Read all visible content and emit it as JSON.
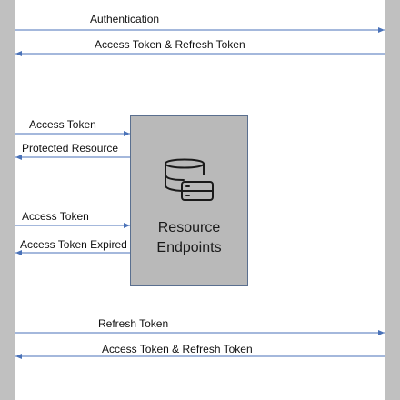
{
  "colors": {
    "lifeline": "#c0c0c0",
    "arrow": "#4a72b8",
    "resource_fill": "#b9b9b9",
    "resource_border": "#5a6f8f",
    "icon_stroke": "#1a1a1a"
  },
  "icons": {
    "resource": "database-server-icon"
  },
  "resource": {
    "line1": "Resource",
    "line2": "Endpoints"
  },
  "messages": [
    {
      "label": "Authentication",
      "direction": "right"
    },
    {
      "label": "Access Token & Refresh Token",
      "direction": "left"
    },
    {
      "label": "Access Token",
      "direction": "right"
    },
    {
      "label": "Protected Resource",
      "direction": "left"
    },
    {
      "label": "Access Token",
      "direction": "right"
    },
    {
      "label": "Access Token Expired",
      "direction": "left"
    },
    {
      "label": "Refresh Token",
      "direction": "right"
    },
    {
      "label": "Access Token & Refresh Token",
      "direction": "left"
    }
  ]
}
